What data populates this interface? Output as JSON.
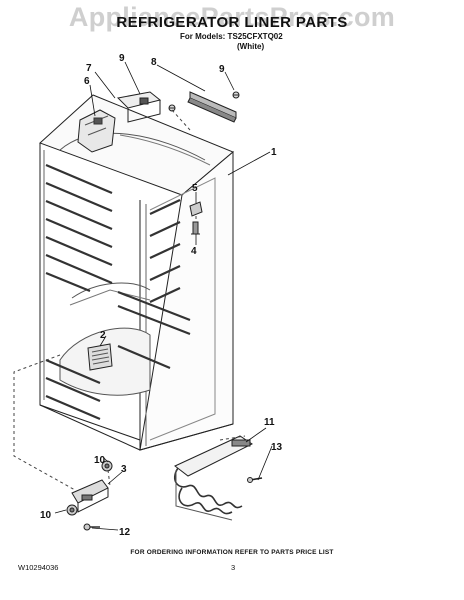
{
  "watermark": "AppliancePartsPros.com",
  "title": "REFRIGERATOR LINER PARTS",
  "models_line": "For Models: TS25CFXTQ02",
  "color_line": "(White)",
  "callouts": {
    "c1": "1",
    "c2": "2",
    "c3": "3",
    "c4": "4",
    "c5": "5",
    "c6": "6",
    "c7": "7",
    "c8": "8",
    "c9a": "9",
    "c9b": "9",
    "c10a": "10",
    "c10b": "10",
    "c11": "11",
    "c12": "12",
    "c13": "13"
  },
  "footer_note": "FOR ORDERING INFORMATION REFER TO PARTS PRICE LIST",
  "document_number": "W10294036",
  "page_number": "3"
}
